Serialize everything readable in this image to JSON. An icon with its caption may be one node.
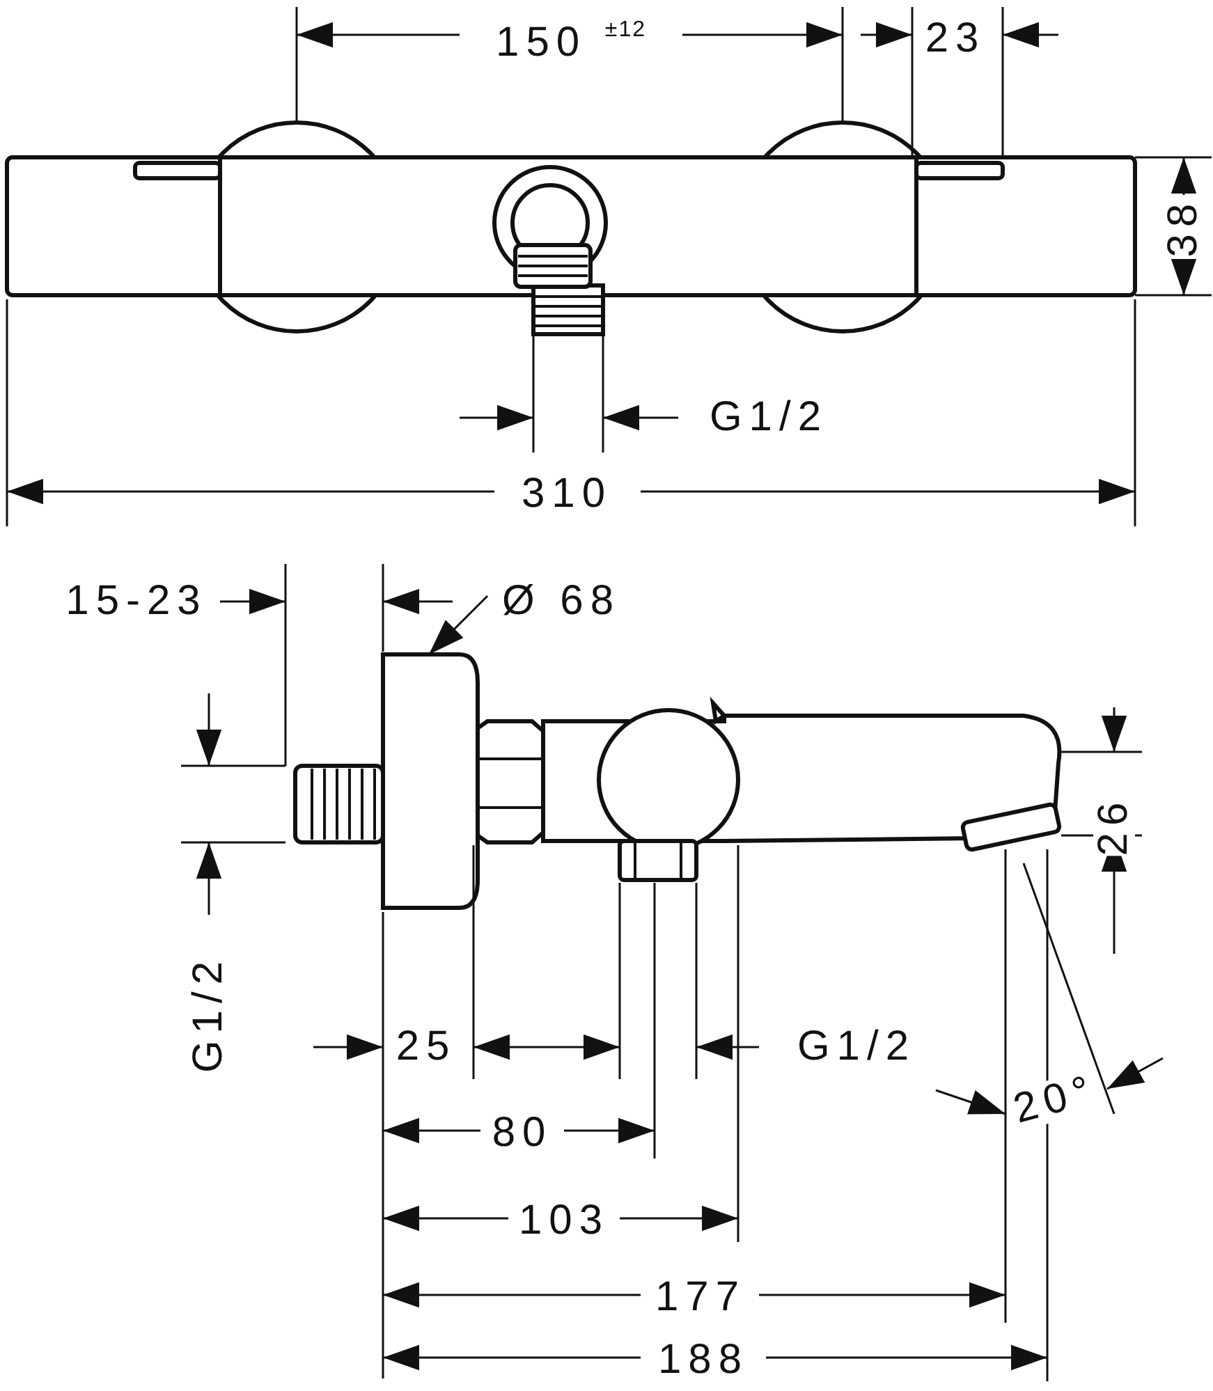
{
  "diagram": {
    "labels": [
      "150 $^{±12}$",
      "23",
      "38",
      "G1/2",
      "310",
      "15-23",
      "Ø 68",
      "26",
      "G1/2",
      "25",
      "G1/2",
      "20°",
      "80",
      "103",
      "177",
      "188"
    ]
  }
}
